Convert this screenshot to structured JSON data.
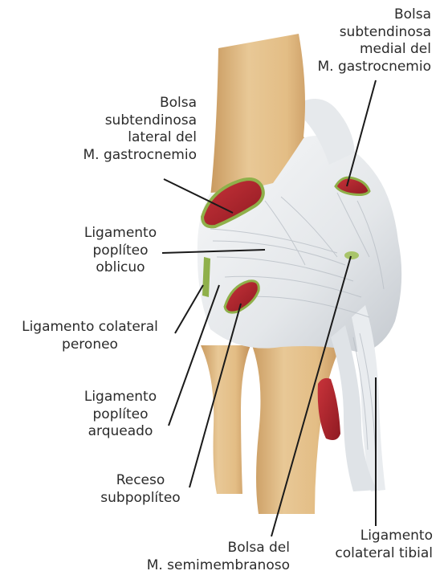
{
  "labels": {
    "bolsa_medial": [
      "Bolsa",
      "subtendinosa",
      "medial del",
      "M. gastrocnemio"
    ],
    "bolsa_lateral": [
      "Bolsa",
      "subtendinosa",
      "lateral del",
      "M. gastrocnemio"
    ],
    "lig_popliteo_oblicuo": [
      "Ligamento",
      "poplíteo",
      "oblicuo"
    ],
    "lig_colateral_peroneo": [
      "Ligamento colateral",
      "peroneo"
    ],
    "lig_popliteo_arqueado": [
      "Ligamento",
      "poplíteo",
      "arqueado"
    ],
    "receso_subpopliteo": [
      "Receso",
      "subpoplíteo"
    ],
    "bolsa_semimembranoso": [
      "Bolsa del",
      "M. semimembranoso"
    ],
    "lig_colateral_tibial": [
      "Ligamento",
      "colateral tibial"
    ]
  },
  "colors": {
    "bone": "#e3c08e",
    "bone_shadow": "#c99a5f",
    "ligament": "#eef0f2",
    "ligament_shadow": "#b9bfc6",
    "bursa": "#b3242c",
    "bursa_rim": "#8fb04a",
    "leader": "#1a1a1a",
    "text": "#2b2b2b"
  }
}
